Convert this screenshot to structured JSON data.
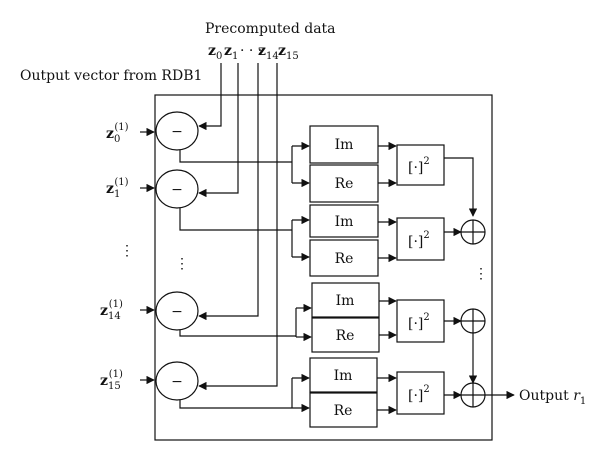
{
  "header": {
    "precomputed_label": "Precomputed data",
    "output_vector_label": "Output vector from RDB1",
    "z_vectors_label": {
      "z": "z",
      "s0": "0",
      "s1": "1",
      "dots": "· · ·",
      "s14": "14",
      "s15": "15"
    }
  },
  "inputs": [
    {
      "base": "z",
      "sub": "0",
      "sup": "(1)"
    },
    {
      "base": "z",
      "sub": "1",
      "sup": "(1)"
    },
    {
      "base": "z",
      "sub": "14",
      "sup": "(1)"
    },
    {
      "base": "z",
      "sub": "15",
      "sup": "(1)"
    }
  ],
  "blocks": {
    "subtract_symbol": "−",
    "im_label": "Im",
    "re_label": "Re",
    "square_base": "[·]",
    "square_exp": "2",
    "ellipsis_vertical": "⋮"
  },
  "output": {
    "text": "Output ",
    "r": "r",
    "sub": "1"
  }
}
